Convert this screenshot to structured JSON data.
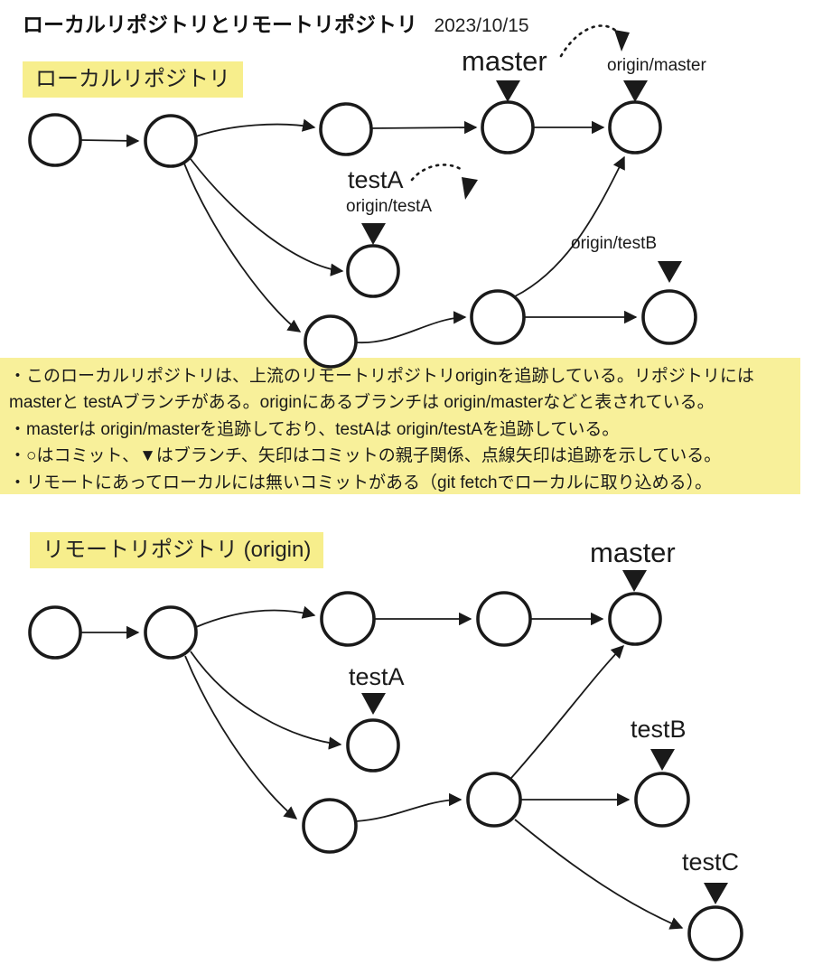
{
  "header": {
    "title": "ローカルリポジトリとリモートリポジトリ",
    "date": "2023/10/15"
  },
  "local": {
    "section_label": "ローカルリポジトリ",
    "branch_labels": {
      "master": "master",
      "origin_master": "origin/master",
      "testA": "testA",
      "origin_testA": "origin/testA",
      "origin_testB": "origin/testB"
    }
  },
  "notes": {
    "lines": [
      "・このローカルリポジトリは、上流のリモートリポジトリoriginを追跡している。リポジトリには",
      "masterと testAブランチがある。originにあるブランチは origin/masterなどと表されている。",
      "・masterは origin/masterを追跡しており、testAは origin/testAを追跡している。",
      "・○はコミット、▼はブランチ、矢印はコミットの親子関係、点線矢印は追跡を示している。",
      "・リモートにあってローカルには無いコミットがある（git fetchでローカルに取り込める）。"
    ]
  },
  "remote": {
    "section_label": "リモートリポジトリ (origin)",
    "branch_labels": {
      "master": "master",
      "testA": "testA",
      "testB": "testB",
      "testC": "testC"
    }
  },
  "colors": {
    "highlight_yellow": "#f7ee8c",
    "notes_yellow": "#f8f09a",
    "ink": "#1a1a1a"
  }
}
